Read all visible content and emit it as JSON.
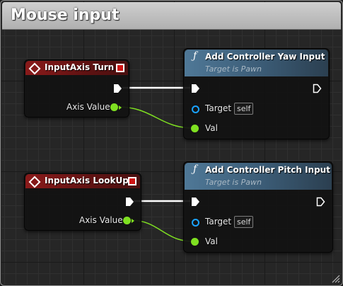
{
  "comment": {
    "title": "Mouse input"
  },
  "colors": {
    "event_header": "#8a1a1a",
    "function_header": "#4f7897",
    "float_pin": "#7fe021",
    "object_pin": "#1aa3ff",
    "exec": "#ffffff"
  },
  "nodes": {
    "turn": {
      "title": "InputAxis Turn",
      "output_label": "Axis Value",
      "icon": "event-diamond-icon"
    },
    "yaw": {
      "title": "Add Controller Yaw Input",
      "subtitle": "Target is Pawn",
      "target_label": "Target",
      "target_default": "self",
      "val_label": "Val",
      "icon": "function-icon"
    },
    "lookup": {
      "title": "InputAxis LookUp",
      "output_label": "Axis Value",
      "icon": "event-diamond-icon"
    },
    "pitch": {
      "title": "Add Controller Pitch Input",
      "subtitle": "Target is Pawn",
      "target_label": "Target",
      "target_default": "self",
      "val_label": "Val",
      "icon": "function-icon"
    }
  }
}
